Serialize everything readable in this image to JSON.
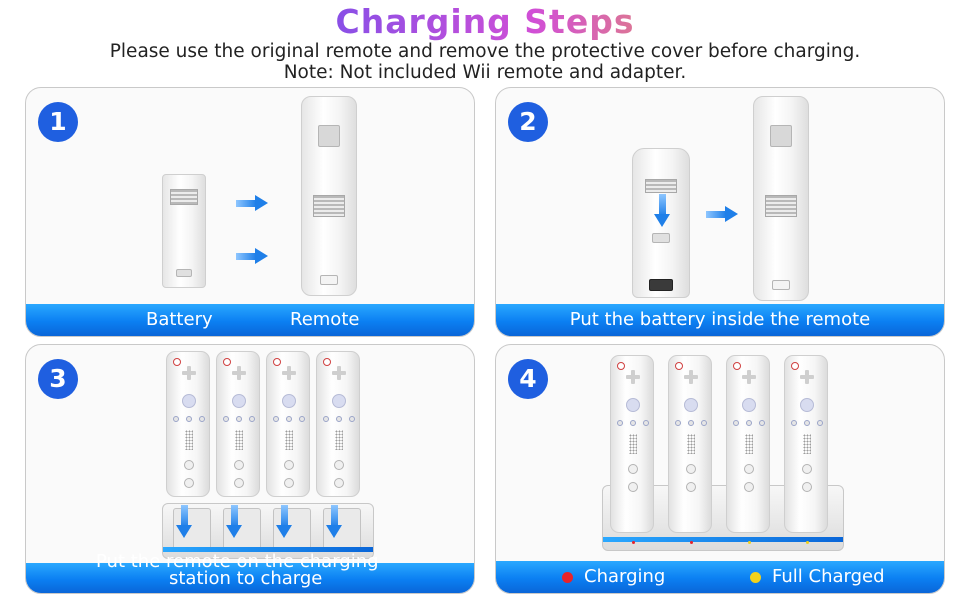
{
  "header": {
    "title": "Charging Steps",
    "subtitle_line1": "Please use the original remote and remove the protective cover before charging.",
    "subtitle_line2": "Note: Not included Wii remote and adapter."
  },
  "steps": [
    {
      "number": "1",
      "labels": [
        "Battery",
        "Remote"
      ]
    },
    {
      "number": "2",
      "label": "Put the battery inside the remote"
    },
    {
      "number": "3",
      "label_line1": "Put the remote on the charging",
      "label_line2": "station to charge"
    },
    {
      "number": "4",
      "legend": [
        {
          "label": "Charging",
          "color": "#e8232a"
        },
        {
          "label": "Full Charged",
          "color": "#f2d21b"
        }
      ]
    }
  ],
  "colors": {
    "accent_blue": "#1f5fe0",
    "bar_blue": "#0b7ff2"
  }
}
